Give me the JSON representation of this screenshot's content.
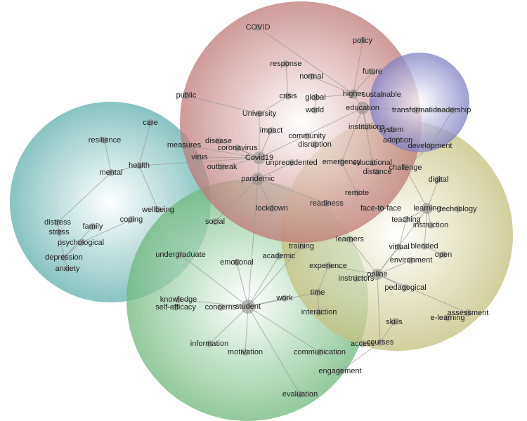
{
  "clusters": [
    {
      "id": "red",
      "color": "#c07878",
      "nodes": [
        "COVID",
        "policy",
        "response",
        "normal",
        "future",
        "public",
        "crisis",
        "global",
        "higher",
        "sustainable",
        "education",
        "world",
        "University",
        "impact",
        "institutions",
        "community",
        "disease",
        "disruption",
        "measures",
        "coronavirus",
        "virus",
        "Covid19",
        "unprecedented",
        "emergency",
        "educational",
        "outbreak",
        "distance",
        "pandemic",
        "remote",
        "readiness",
        "lockdown"
      ]
    },
    {
      "id": "blue",
      "color": "#7f7fc4",
      "nodes": [
        "transformation",
        "leadership",
        "system",
        "adoption",
        "development"
      ]
    },
    {
      "id": "teal",
      "color": "#5fb0ac",
      "nodes": [
        "care",
        "resilience",
        "health",
        "mental",
        "wellbeing",
        "coping",
        "distress",
        "family",
        "stress",
        "psychological",
        "depression",
        "anxiety"
      ]
    },
    {
      "id": "green",
      "color": "#6db87c",
      "nodes": [
        "social",
        "training",
        "academic",
        "undergraduate",
        "emotional",
        "work",
        "knowledge",
        "self-efficacy",
        "concerns",
        "student",
        "information",
        "motivation",
        "communication",
        "evaluation"
      ]
    },
    {
      "id": "olive",
      "color": "#c4c07c",
      "nodes": [
        "challenge",
        "digital",
        "face-to-face",
        "learning",
        "technology",
        "teaching",
        "instruction",
        "learners",
        "virtual",
        "blended",
        "open",
        "environment",
        "experience",
        "online",
        "instructors",
        "pedagogical",
        "time",
        "interaction",
        "assessment",
        "e-learning",
        "skills",
        "access",
        "courses",
        "engagement"
      ]
    }
  ],
  "edges": [
    [
      "COVID",
      "higher"
    ],
    [
      "policy",
      "higher"
    ],
    [
      "future",
      "higher"
    ],
    [
      "normal",
      "higher"
    ],
    [
      "global",
      "higher"
    ],
    [
      "global",
      "world"
    ],
    [
      "higher",
      "education"
    ],
    [
      "education",
      "transformation"
    ],
    [
      "transformation",
      "leadership"
    ],
    [
      "leadership",
      "development"
    ],
    [
      "education",
      "institutions"
    ],
    [
      "education",
      "educational"
    ],
    [
      "education",
      "emergency"
    ],
    [
      "education",
      "Covid19"
    ],
    [
      "response",
      "crisis"
    ],
    [
      "crisis",
      "University"
    ],
    [
      "public",
      "University"
    ],
    [
      "University",
      "Covid19"
    ],
    [
      "impact",
      "Covid19"
    ],
    [
      "disease",
      "Covid19"
    ],
    [
      "coronavirus",
      "Covid19"
    ],
    [
      "measures",
      "Covid19"
    ],
    [
      "virus",
      "Covid19"
    ],
    [
      "health",
      "Covid19"
    ],
    [
      "outbreak",
      "Covid19"
    ],
    [
      "Covid19",
      "pandemic"
    ],
    [
      "pandemic",
      "lockdown"
    ],
    [
      "pandemic",
      "social"
    ],
    [
      "pandemic",
      "student"
    ],
    [
      "pandemic",
      "readiness"
    ],
    [
      "pandemic",
      "unprecedented"
    ],
    [
      "institutions",
      "system"
    ],
    [
      "system",
      "adoption"
    ],
    [
      "adoption",
      "development"
    ],
    [
      "development",
      "challenge"
    ],
    [
      "challenge",
      "learning"
    ],
    [
      "emergency",
      "remote"
    ],
    [
      "digital",
      "learning"
    ],
    [
      "learning",
      "technology"
    ],
    [
      "learning",
      "teaching"
    ],
    [
      "learning",
      "instruction"
    ],
    [
      "learning",
      "blended"
    ],
    [
      "learning",
      "online"
    ],
    [
      "teaching",
      "virtual"
    ],
    [
      "virtual",
      "online"
    ],
    [
      "online",
      "environment"
    ],
    [
      "online",
      "experience"
    ],
    [
      "online",
      "instructors"
    ],
    [
      "online",
      "pedagogical"
    ],
    [
      "online",
      "assessment"
    ],
    [
      "online",
      "learners"
    ],
    [
      "online",
      "courses"
    ],
    [
      "courses",
      "skills"
    ],
    [
      "courses",
      "engagement"
    ],
    [
      "blended",
      "open"
    ],
    [
      "experience",
      "time"
    ],
    [
      "time",
      "interaction"
    ],
    [
      "time",
      "student"
    ],
    [
      "work",
      "student"
    ],
    [
      "student",
      "academic"
    ],
    [
      "student",
      "training"
    ],
    [
      "student",
      "emotional"
    ],
    [
      "student",
      "undergraduate"
    ],
    [
      "student",
      "knowledge"
    ],
    [
      "student",
      "concerns"
    ],
    [
      "student",
      "information"
    ],
    [
      "student",
      "motivation"
    ],
    [
      "student",
      "communication"
    ],
    [
      "student",
      "evaluation"
    ],
    [
      "care",
      "health"
    ],
    [
      "health",
      "mental"
    ],
    [
      "health",
      "wellbeing"
    ],
    [
      "resilience",
      "mental"
    ],
    [
      "mental",
      "distress"
    ],
    [
      "distress",
      "stress"
    ],
    [
      "stress",
      "depression"
    ],
    [
      "psychological",
      "depression"
    ],
    [
      "family",
      "depression"
    ],
    [
      "coping",
      "psychological"
    ],
    [
      "depression",
      "anxiety"
    ]
  ]
}
